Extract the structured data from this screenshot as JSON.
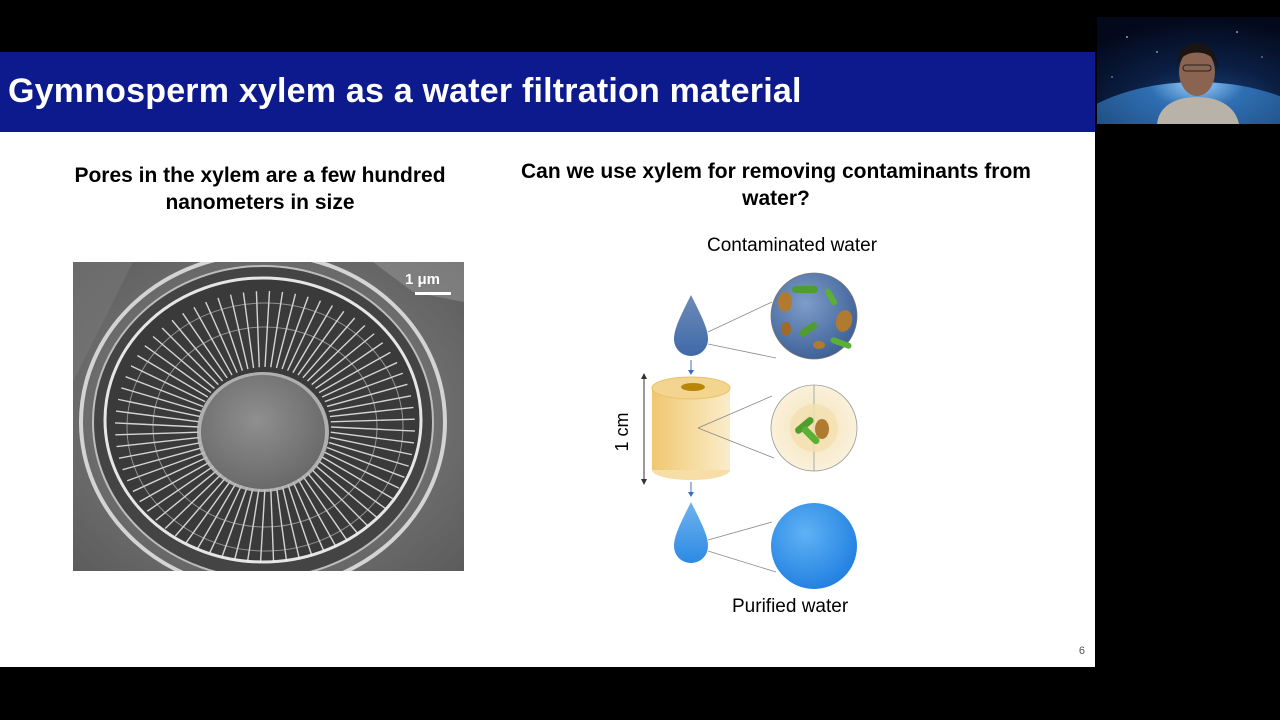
{
  "slide": {
    "title": "Gymnosperm xylem as a water filtration material",
    "left_heading": "Pores in the xylem are a few hundred nanometers in size",
    "right_heading": "Can we use xylem for removing contaminants from water?",
    "scale_bar_label": "1 μm",
    "diagram": {
      "top_label": "Contaminated water",
      "bottom_label": "Purified water",
      "height_label": "1 cm"
    },
    "page_number": "6"
  },
  "colors": {
    "title_bar": "#0d1a8e",
    "title_text": "#ffffff",
    "slide_bg": "#ffffff",
    "screen_bg": "#000000"
  },
  "icons": [
    "water-drop-icon",
    "filter-cylinder-icon"
  ]
}
